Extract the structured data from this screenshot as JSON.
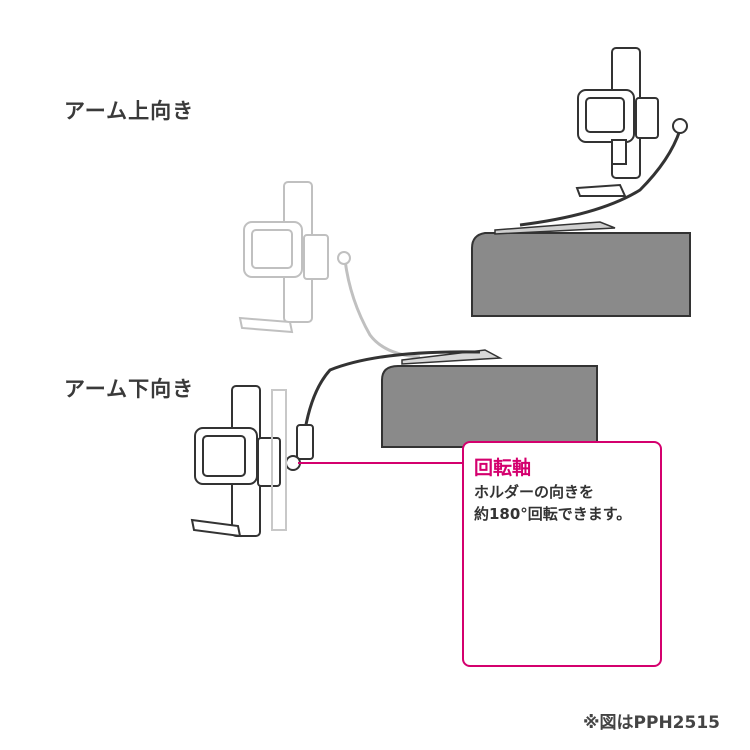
{
  "labels": {
    "arm_up": "アーム上向き",
    "arm_down": "アーム下向き"
  },
  "callout": {
    "title": "回転軸",
    "line1": "ホルダーの向きを",
    "line2": "約180°回転できます。"
  },
  "note": "※図はPPH2515",
  "colors": {
    "accent": "#d4006e",
    "outline": "#333333",
    "faded": "#b8b8b8",
    "block_fill": "#8a8a8a"
  }
}
